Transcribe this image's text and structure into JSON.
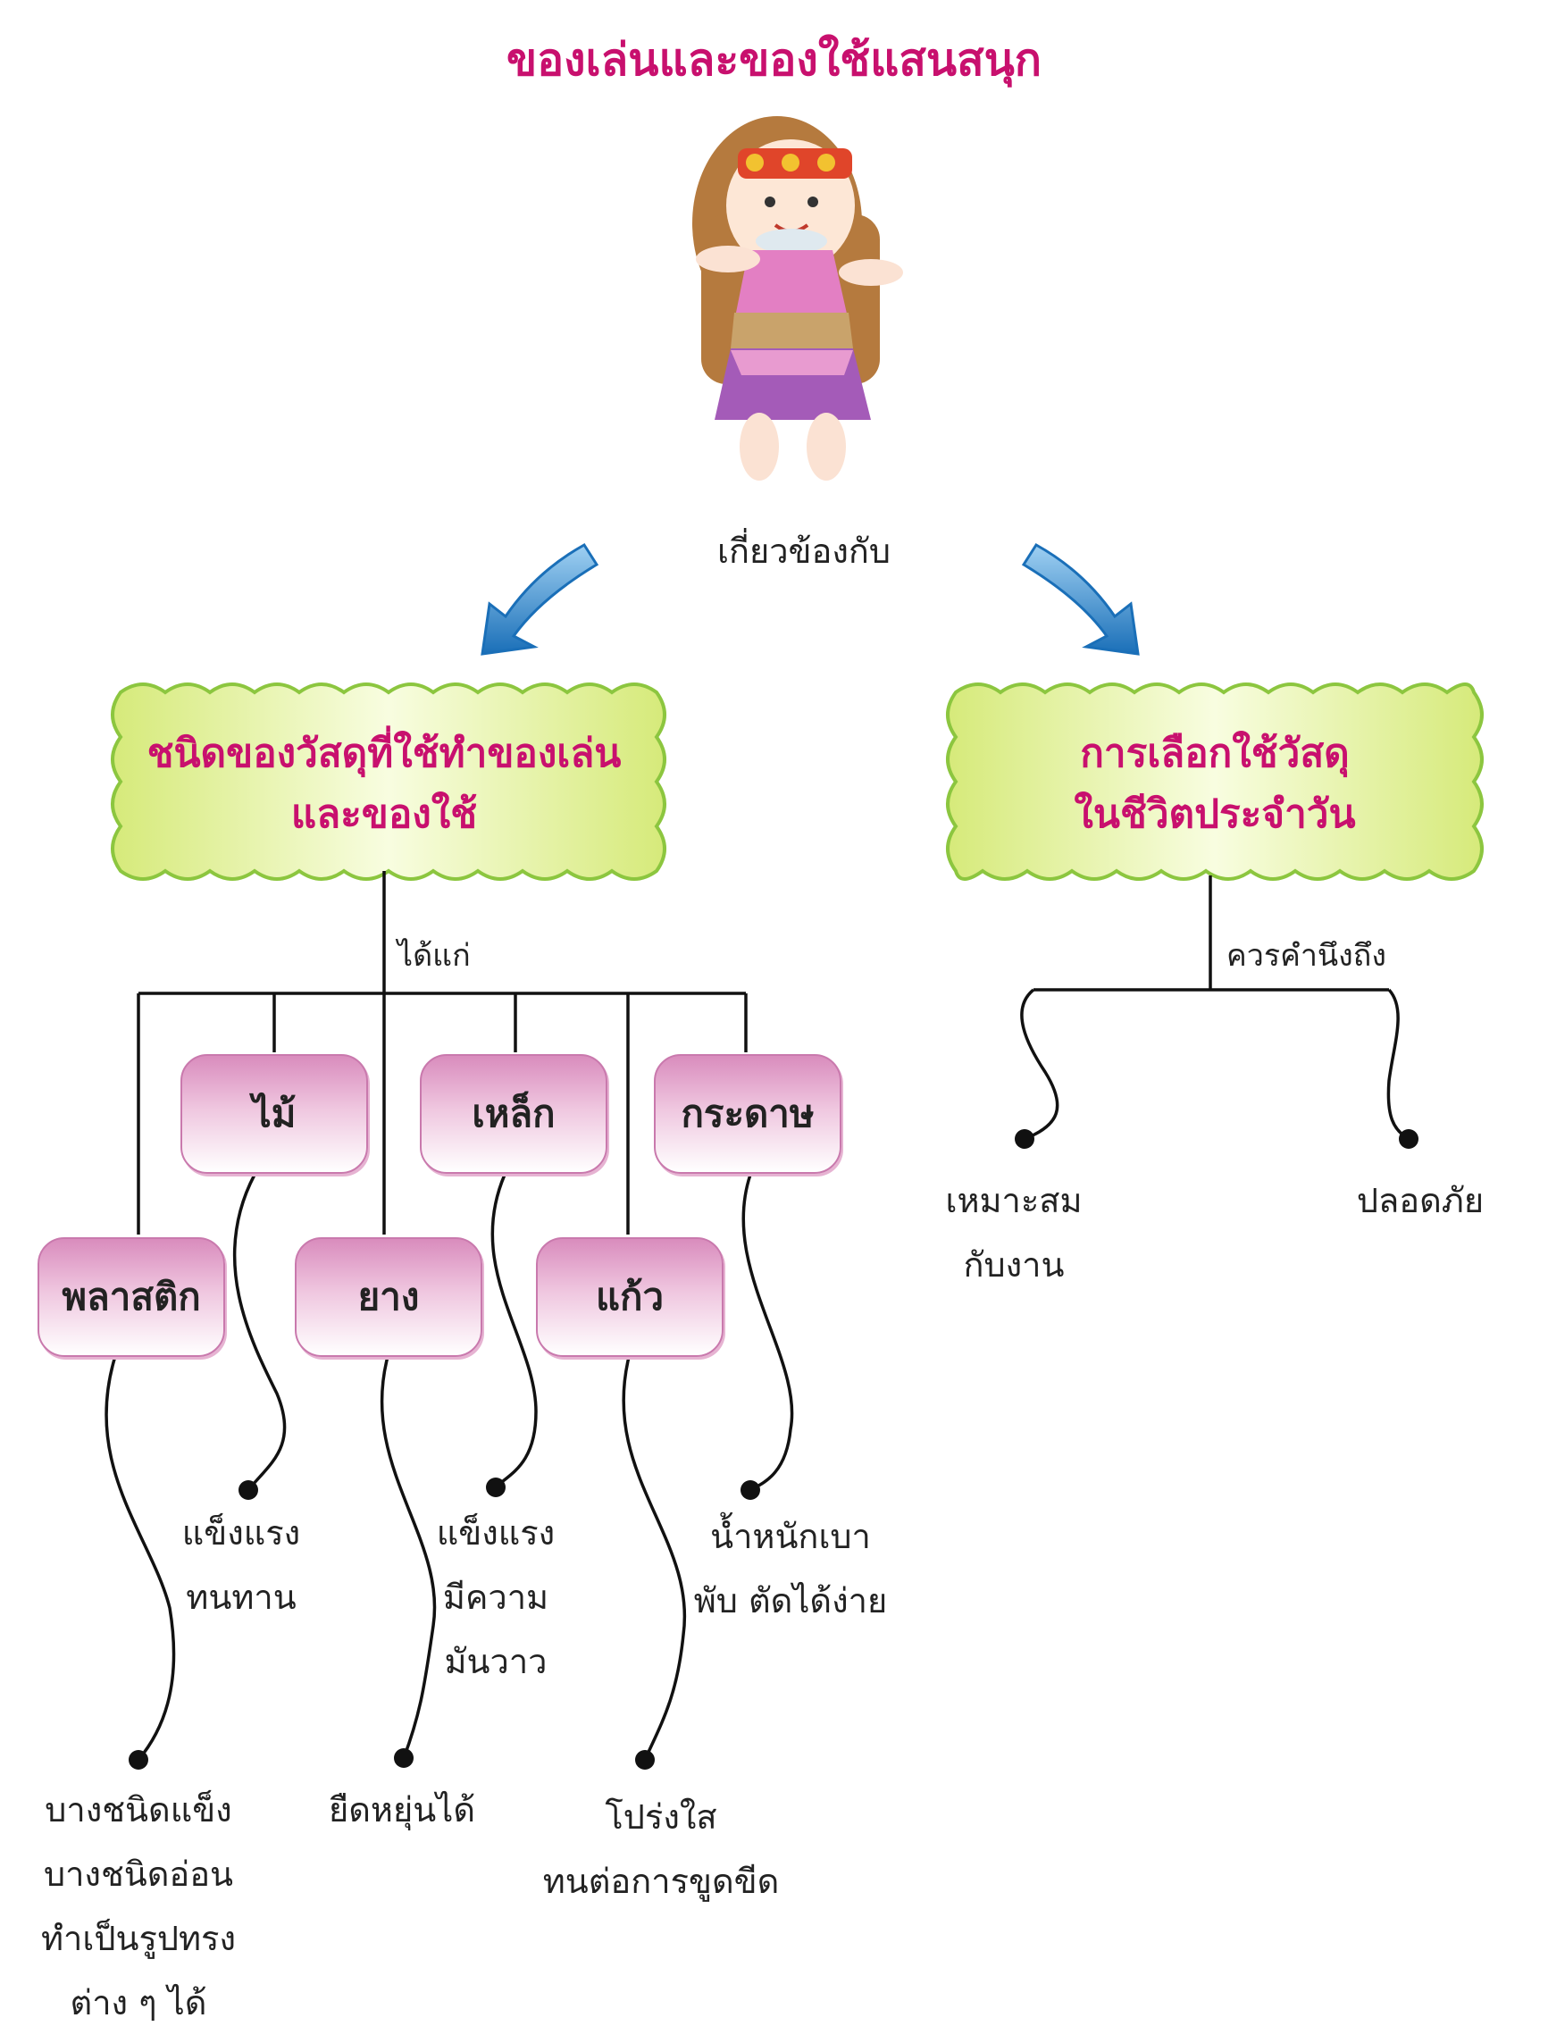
{
  "title": "ของเล่นและของใช้แสนสนุก",
  "relation_label": "เกี่ยวข้องกับ",
  "left_topic": {
    "line1": "ชนิดของวัสดุที่ใช้ทำของเล่น",
    "line2": "และของใช้"
  },
  "right_topic": {
    "line1": "การเลือกใช้วัสดุ",
    "line2": "ในชีวิตประจำวัน"
  },
  "left_connector": "ได้แก่",
  "right_connector": "ควรคำนึงถึง",
  "materials": {
    "wood": "ไม้",
    "iron": "เหล็ก",
    "paper": "กระดาษ",
    "plastic": "พลาสติก",
    "rubber": "ยาง",
    "glass": "แก้ว"
  },
  "properties": {
    "wood": [
      "แข็งแรง",
      "ทนทาน"
    ],
    "iron": [
      "แข็งแรง",
      "มีความ",
      "มันวาว"
    ],
    "paper": [
      "น้ำหนักเบา",
      "พับ  ตัดได้ง่าย"
    ],
    "plastic": [
      "บางชนิดแข็ง",
      "บางชนิดอ่อน",
      "ทำเป็นรูปทรง",
      "ต่าง ๆ ได้"
    ],
    "rubber": [
      "ยืดหยุ่นได้"
    ],
    "glass": [
      "โปร่งใส",
      "ทนต่อการขูดขีด"
    ]
  },
  "considerations": {
    "suitable": [
      "เหมาะสม",
      "กับงาน"
    ],
    "safe": [
      "ปลอดภัย"
    ]
  },
  "colors": {
    "title": "#c8106e",
    "arrow": "#1f7ac4",
    "banner_fill": "#e9f4a8",
    "banner_edge": "#8cc63f",
    "box_fill": "#efc6df"
  },
  "icons": [
    "doll-illustration",
    "arrow-down-left-icon",
    "arrow-down-right-icon"
  ]
}
